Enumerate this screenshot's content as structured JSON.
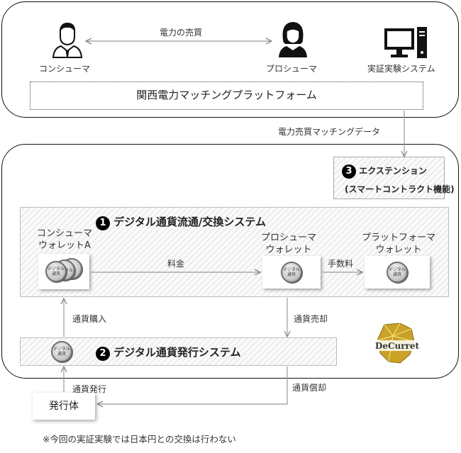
{
  "top": {
    "consumer_label": "コンシューマ",
    "prosumer_label": "プロシューマ",
    "system_label": "実証実験システム",
    "trade_label": "電力の売買",
    "platform_label": "関西電力マッチングプラットフォーム"
  },
  "matching_data_label": "電力売買マッチングデータ",
  "extension": {
    "number": "3",
    "title": "エクステンション",
    "subtitle": "(スマートコントラクト機能)"
  },
  "distribution": {
    "number": "1",
    "title": "デジタル通貨流通/交換システム",
    "consumer_wallet": [
      "コンシューマ",
      "ウォレットA"
    ],
    "prosumer_wallet": [
      "プロシューマ",
      "ウォレット"
    ],
    "platformer_wallet": [
      "プラットフォーマ",
      "ウォレット"
    ],
    "fee_label": "料金",
    "commission_label": "手数料"
  },
  "issuance": {
    "number": "2",
    "title": "デジタル通貨発行システム"
  },
  "coin": {
    "line1": "デジタル",
    "line2": "通貨"
  },
  "coin_stack_front": "デジタル",
  "coin_stack_back": "ル",
  "flows": {
    "purchase": "通貨購入",
    "sale": "通貨売却",
    "issue": "通貨発行",
    "redemption": "通貨償却"
  },
  "issuer_label": "発行体",
  "logo_text": "DeCurret",
  "footnote": "※今回の実証実験では日本円との交換は行わない",
  "colors": {
    "logo_gold": "#c9a227",
    "hatch": "#ececec"
  }
}
